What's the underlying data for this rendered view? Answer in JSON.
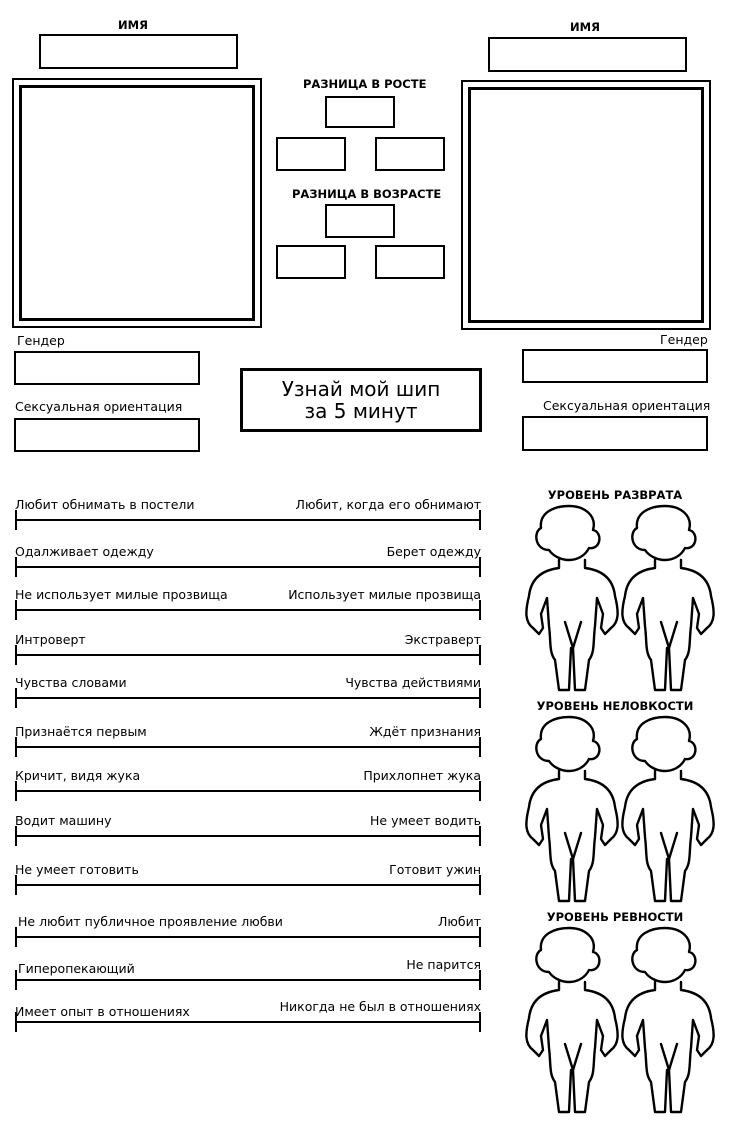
{
  "left": {
    "name_label": "ИМЯ",
    "gender_label": "Гендер",
    "orientation_label": "Сексуальная ориентация"
  },
  "right": {
    "name_label": "ИМЯ",
    "gender_label": "Гендер",
    "orientation_label": "Сексуальная ориентация"
  },
  "middle": {
    "height_diff_label": "РАЗНИЦА В РОСТЕ",
    "age_diff_label": "РАЗНИЦА В ВОЗРАСТЕ"
  },
  "title": {
    "line1": "Узнай мой шип",
    "line2": "за 5 минут"
  },
  "scales": [
    {
      "left": "Любит обнимать в постели",
      "right": "Любит, когда его обнимают"
    },
    {
      "left": "Одалживает одежду",
      "right": "Берет одежду"
    },
    {
      "left": "Не использует милые прозвища",
      "right": "Использует милые прозвища"
    },
    {
      "left": "Интроверт",
      "right": "Экстраверт"
    },
    {
      "left": "Чувства словами",
      "right": "Чувства действиями"
    },
    {
      "left": "Признаётся первым",
      "right": "Ждёт признания"
    },
    {
      "left": "Кричит, видя жука",
      "right": "Прихлопнет жука"
    },
    {
      "left": "Водит машину",
      "right": "Не умеет водить"
    },
    {
      "left": "Не умеет готовить",
      "right": "Готовит ужин"
    },
    {
      "left": "Не любит  публичное проявление любви",
      "right": "Любит"
    },
    {
      "left": "Гиперопекающий",
      "right": "Не парится"
    },
    {
      "left": "Имеет опыт в отношениях",
      "right": "Никогда не был в отношениях"
    }
  ],
  "levels": [
    {
      "title": "УРОВЕНЬ РАЗВРАТА"
    },
    {
      "title": "УРОВЕНЬ НЕЛОВКОСТИ"
    },
    {
      "title": "УРОВЕНЬ РЕВНОСТИ"
    }
  ]
}
